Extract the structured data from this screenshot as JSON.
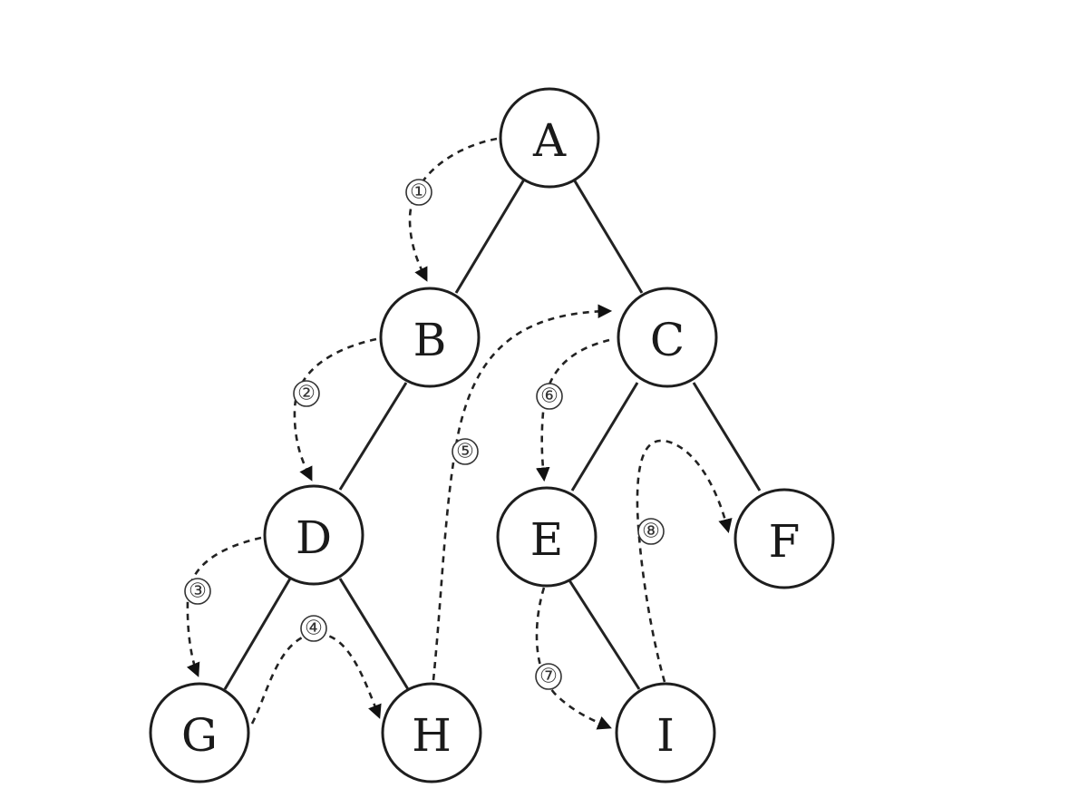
{
  "nodes": {
    "A": "A",
    "B": "B",
    "C": "C",
    "D": "D",
    "E": "E",
    "F": "F",
    "G": "G",
    "H": "H",
    "I": "I"
  },
  "edges": [
    [
      "A",
      "B"
    ],
    [
      "A",
      "C"
    ],
    [
      "B",
      "D"
    ],
    [
      "C",
      "E"
    ],
    [
      "C",
      "F"
    ],
    [
      "D",
      "G"
    ],
    [
      "D",
      "H"
    ],
    [
      "E",
      "I"
    ]
  ],
  "traversal_steps": [
    {
      "label": "①",
      "from": "A",
      "to": "B"
    },
    {
      "label": "②",
      "from": "B",
      "to": "D"
    },
    {
      "label": "③",
      "from": "D",
      "to": "G"
    },
    {
      "label": "④",
      "from": "G",
      "to": "H"
    },
    {
      "label": "⑤",
      "from": "H",
      "to": "C"
    },
    {
      "label": "⑥",
      "from": "C",
      "to": "E"
    },
    {
      "label": "⑦",
      "from": "E",
      "to": "I"
    },
    {
      "label": "⑧",
      "from": "I",
      "to": "F"
    }
  ],
  "colors": {
    "line": "#222222",
    "node_fill": "#ffffff"
  }
}
